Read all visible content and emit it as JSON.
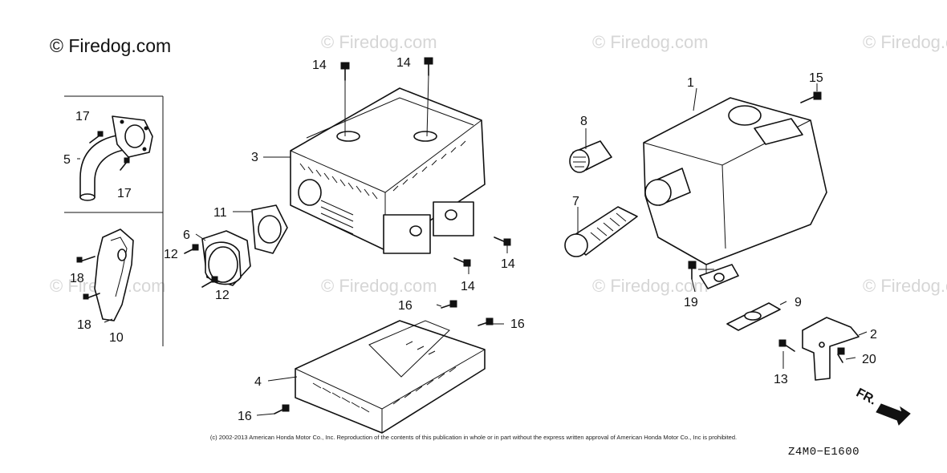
{
  "brand": "© Firedog.com",
  "watermark": "© Firedog.com",
  "footer": {
    "copyright": "(c) 2002-2013 American Honda Motor Co., Inc. Reproduction of the contents of this publication in whole or in part without the express written approval of American Honda Motor Co., Inc is prohibited.",
    "diagram_code": "Z4M0−E1600"
  },
  "direction_label": "FR.",
  "callouts": {
    "c1": "1",
    "c2": "2",
    "c3": "3",
    "c4": "4",
    "c5": "5",
    "c6": "6",
    "c7": "7",
    "c8": "8",
    "c9": "9",
    "c10": "10",
    "c11": "11",
    "c12a": "12",
    "c12b": "12",
    "c13": "13",
    "c14a": "14",
    "c14b": "14",
    "c14c": "14",
    "c14d": "14",
    "c15": "15",
    "c16a": "16",
    "c16b": "16",
    "c16c": "16",
    "c17a": "17",
    "c17b": "17",
    "c18a": "18",
    "c18b": "18",
    "c19": "19",
    "c20": "20"
  }
}
